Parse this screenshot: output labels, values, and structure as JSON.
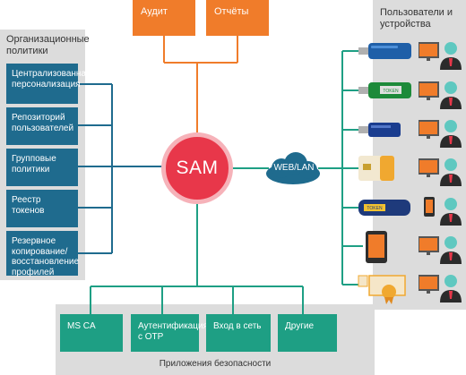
{
  "top_boxes": {
    "audit": "Аудит",
    "reports": "Отчёты"
  },
  "center": {
    "label": "SAM"
  },
  "network": {
    "label": "WEB/LAN"
  },
  "policies": {
    "title": "Организационные политики",
    "items": [
      "Централизованная персонализация",
      "Репозиторий пользователей",
      "Групповые политики",
      "Реестр токенов",
      "Резервное копирование/ восстановление профилей"
    ]
  },
  "users": {
    "title": "Пользователи и устройства",
    "devices": [
      "usb-token-blue",
      "usb-token-green-label",
      "usb-token-dark",
      "smart-card",
      "usb-token-navy",
      "smartphone",
      "certificate"
    ],
    "token_label": "TOKEN"
  },
  "security_apps": {
    "title": "Приложения безопасности",
    "items": [
      "MS CA",
      "Аутентификация с OTP",
      "Вход в сеть",
      "Другие"
    ]
  },
  "colors": {
    "orange": "#f07c2a",
    "blue": "#1f6b8e",
    "green": "#1e9f84",
    "red": "#e8374a",
    "panel": "#dcdcdc"
  }
}
